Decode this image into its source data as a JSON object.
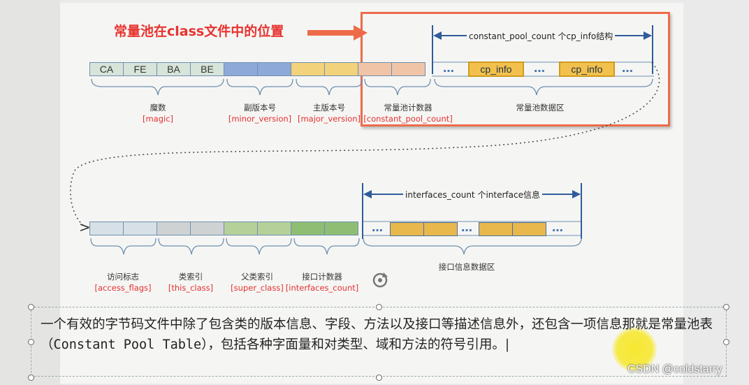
{
  "title_label": "常量池在class文件中的位置",
  "top_row": {
    "magic_cells": [
      "CA",
      "FE",
      "BA",
      "BE"
    ],
    "cp_info_label": "cp_info",
    "ellipsis": "…",
    "cp_count_span": "constant_pool_count 个cp_info结构"
  },
  "top_labels": {
    "magic_cn": "魔数",
    "magic_en": "[magic]",
    "minor_cn": "副版本号",
    "minor_en": "[minor_version]",
    "major_cn": "主版本号",
    "major_en": "[major_version]",
    "cpcount_cn": "常量池计数器",
    "cpcount_en": "[constant_pool_count]",
    "cpdata_cn": "常量池数据区"
  },
  "bottom_row": {
    "interfaces_span": "interfaces_count 个interface信息",
    "start_glyph": ">"
  },
  "bottom_labels": {
    "access_cn": "访问标志",
    "access_en": "[access_flags]",
    "this_cn": "类索引",
    "this_en": "[this_class]",
    "super_cn": "父类索引",
    "super_en": "[super_class]",
    "ifcount_cn": "接口计数器",
    "ifcount_en": "[interfaces_count]",
    "ifdata_cn": "接口信息数据区"
  },
  "paragraph": {
    "part1": "一个有效的字节码文件中除了包含类的版本信息、字段、方法以及接口等描述信息外，还包含一项信息那就是常量池表（",
    "code": "Constant Pool Table",
    "part2": "），包括各种字面量和对类型、域和方法的符号引用。|"
  },
  "watermark": "CSDN @coldstarry",
  "colors": {
    "highlight_border": "#ee6b4a",
    "title_red": "#e8332f",
    "magic_fill": "#d7e4d9",
    "minor_fill": "#8ea9d8",
    "major_fill": "#f2d27a",
    "cpcount_fill": "#f0c4a6",
    "cpinfo_fill": "#f2c14d",
    "access_fill": "#d7e0e6",
    "this_fill": "#cfd2d2",
    "super_fill": "#b6d09a",
    "ifcount_fill": "#8fbd74",
    "arrow_blue": "#2f5c9b"
  }
}
